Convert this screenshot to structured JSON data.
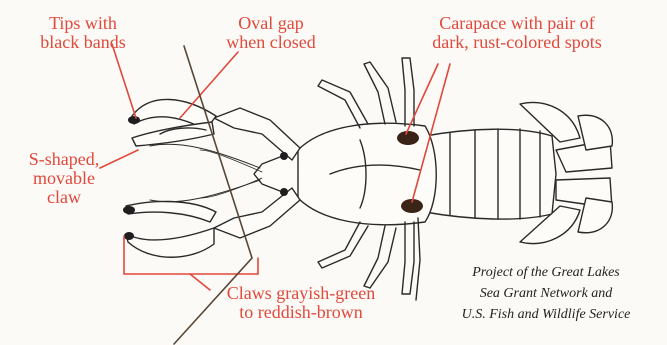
{
  "labels": {
    "tips": [
      "Tips with",
      "black bands"
    ],
    "oval_gap": [
      "Oval gap",
      "when closed"
    ],
    "carapace": [
      "Carapace with pair of",
      "dark, rust-colored spots"
    ],
    "s_claw": [
      "S-shaped,",
      "movable",
      "claw"
    ],
    "claws_color": [
      "Claws grayish-green",
      "to reddish-brown"
    ]
  },
  "credit": [
    "Project of the Great Lakes",
    "Sea Grant Network and",
    "U.S. Fish and Wildlife Service"
  ],
  "colors": {
    "label_red": "#e2483b",
    "outline": "#2a2a2a",
    "spot": "#3a2418",
    "background": "#fbfaf6"
  }
}
